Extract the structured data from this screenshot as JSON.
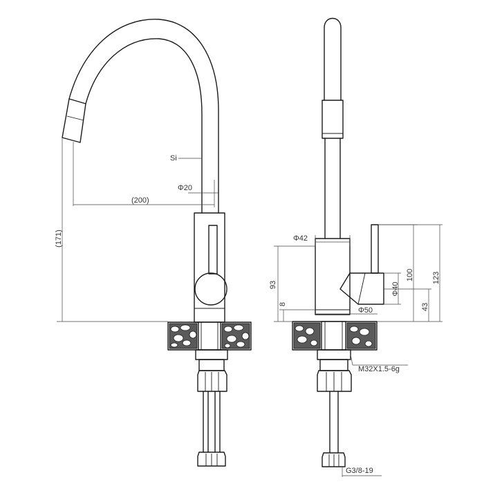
{
  "labels": {
    "si": "Si",
    "dia20": "Φ20",
    "reach200": "(200)",
    "height171": "(171)",
    "dia42": "Φ42",
    "dim93": "93",
    "dim8": "8",
    "dia40": "Φ40",
    "dia50": "Φ50",
    "dim100": "100",
    "dim123": "123",
    "dim43": "43",
    "thread_m32": "M32X1.5-6g",
    "thread_g38": "G3/8-19"
  },
  "colors": {
    "line": "#1a1a1a",
    "dimension": "#444444",
    "hatch": "#5a5a5a",
    "background": "#ffffff"
  }
}
